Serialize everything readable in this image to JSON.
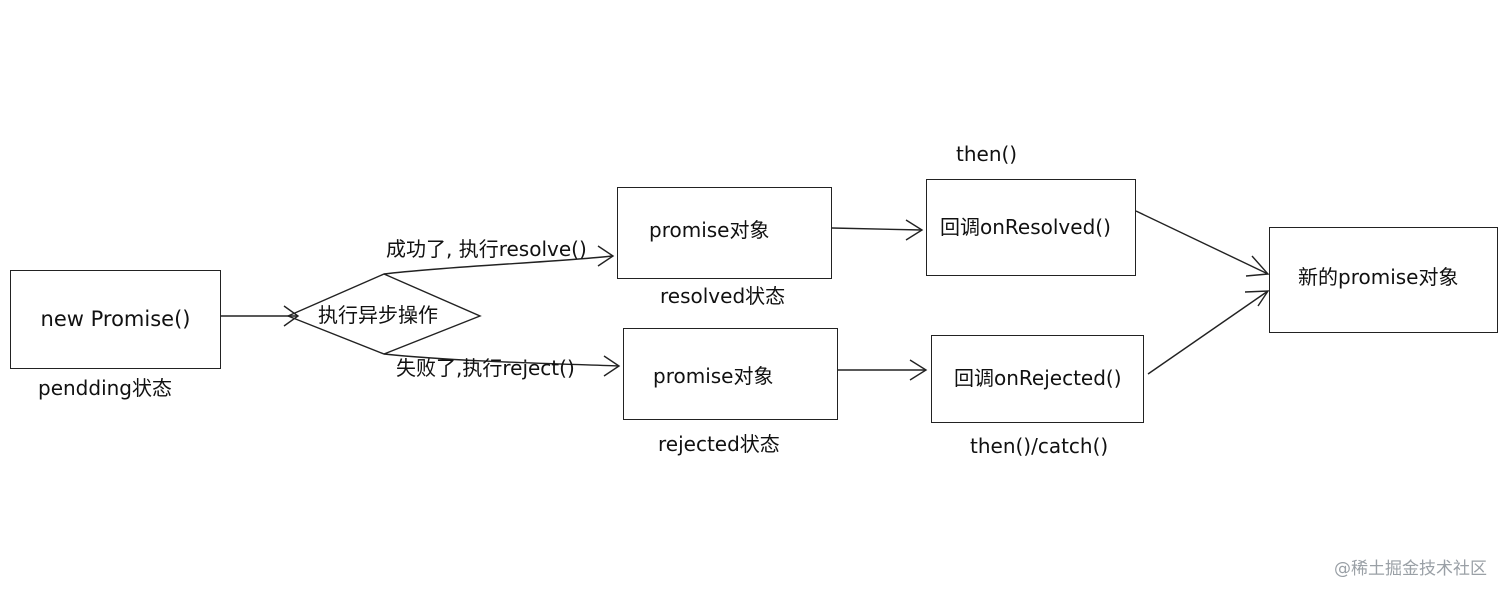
{
  "nodes": {
    "start": "new Promise()",
    "decision": "执行异步操作",
    "resolved_obj": "promise对象",
    "rejected_obj": "promise对象",
    "on_resolved": "回调onResolved()",
    "on_rejected": "回调onRejected()",
    "new_promise": "新的promise对象"
  },
  "labels": {
    "pending_state": "pendding状态",
    "success_edge": "成功了, 执行resolve()",
    "fail_edge": "失败了,执行reject()",
    "resolved_state": "resolved状态",
    "rejected_state": "rejected状态",
    "then_top": "then()",
    "then_catch": "then()/catch()"
  },
  "watermark": "@稀土掘金技术社区"
}
